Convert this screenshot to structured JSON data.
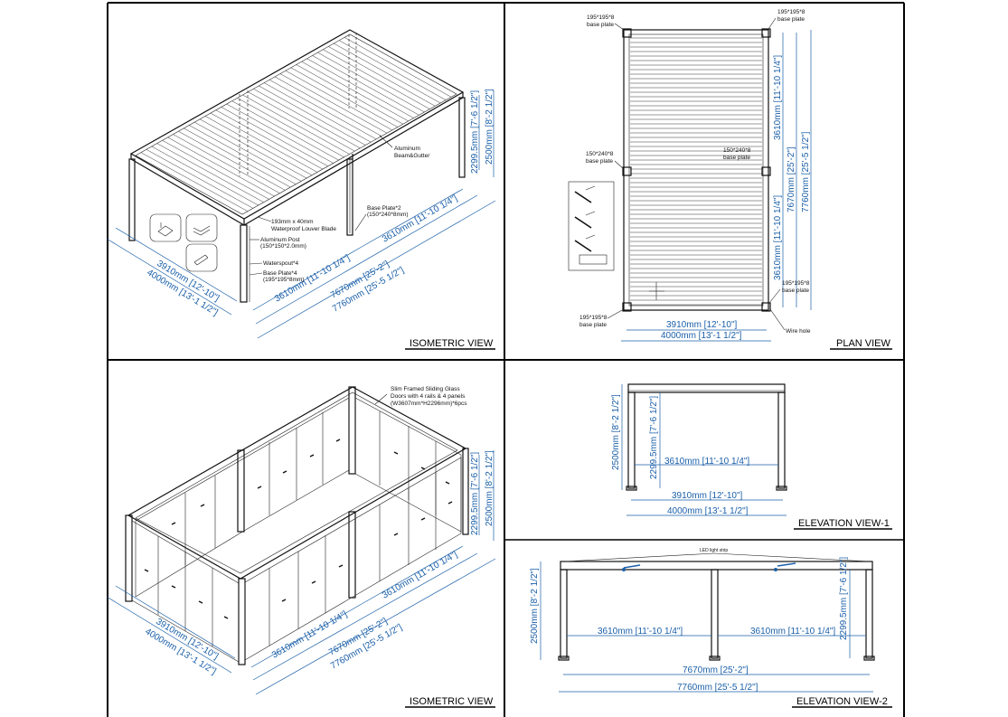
{
  "views": {
    "iso_top": {
      "title": "ISOMETRIC VIEW",
      "dims": {
        "h1": "2299.5mm [7'-6 1/2\"]",
        "h2": "2500mm [8'-2 1/2\"]",
        "w1": "3910mm [12'-10\"]",
        "w2": "4000mm [13'-1 1/2\"]",
        "l1": "3610mm [11'-10 1/4\"]",
        "l2": "3610mm [11'-10 1/4\"]",
        "l3": "7670mm [25'-2\"]",
        "l4": "7760mm [25'-5 1/2\"]"
      },
      "labels": {
        "beam": [
          "Aluminum",
          "Beam&Gutter"
        ],
        "blade": [
          "193mm x 40mm",
          "Waterproof Louver Blade"
        ],
        "post": [
          "Aluminum Post",
          "(150*150*2.0mm)"
        ],
        "spout": [
          "Waterspout*4"
        ],
        "baseplate4": [
          "Base Plate*4",
          "(195*195*8mm)"
        ],
        "baseplate2": [
          "Base Plate*2",
          "(150*240*8mm)"
        ]
      }
    },
    "plan": {
      "title": "PLAN VIEW",
      "labels": {
        "bp_tl": [
          "195*195*8",
          "base plate"
        ],
        "bp_tr": [
          "195*195*8",
          "base plate"
        ],
        "bp_ml": [
          "150*240*8",
          "base plate"
        ],
        "bp_mr": [
          "150*240*8",
          "base plate"
        ],
        "bp_br": [
          "195*195*8",
          "base plate"
        ],
        "bp_bl": [
          "195*195*8",
          "base plate"
        ],
        "wire": [
          "Wire hole"
        ]
      },
      "dims": {
        "w1": "3910mm [12'-10\"]",
        "w2": "4000mm [13'-1 1/2\"]",
        "v1": "3610mm [11'-10 1/4\"]",
        "v2": "3610mm [11'-10 1/4\"]",
        "v3": "7670mm [25'-2\"]",
        "v4": "7760mm [25'-5 1/2\"]"
      }
    },
    "iso_bottom": {
      "title": "ISOMETRIC VIEW",
      "labels": {
        "glass": [
          "Slim Framed Sliding Glass",
          "Doors with 4 rails & 4 panels",
          "(W3607mm*H2296mm)*6pcs"
        ]
      },
      "dims": {
        "h1": "2299.5mm [7'-6 1/2\"]",
        "h2": "2500mm [8'-2 1/2\"]",
        "w1": "3910mm [12'-10\"]",
        "w2": "4000mm [13'-1 1/2\"]",
        "l1": "3610mm [11'-10 1/4\"]",
        "l2": "3610mm [11'-10 1/4\"]",
        "l3": "7670mm [25'-2\"]",
        "l4": "7760mm [25'-5 1/2\"]"
      }
    },
    "elev1": {
      "title": "ELEVATION VIEW-1",
      "dims": {
        "h2": "2500mm [8'-2 1/2\"]",
        "h1": "2299.5mm [7'-6 1/2\"]",
        "inner": "3610mm [11'-10 1/4\"]",
        "w1": "3910mm [12'-10\"]",
        "w2": "4000mm [13'-1 1/2\"]"
      }
    },
    "elev2": {
      "title": "ELEVATION VIEW-2",
      "labels": {
        "led": [
          "LED light strip"
        ]
      },
      "dims": {
        "h2": "2500mm [8'-2 1/2\"]",
        "h1": "2299.5mm [7'-6 1/2\"]",
        "s1": "3610mm [11'-10 1/4\"]",
        "s2": "3610mm [11'-10 1/4\"]",
        "w1": "7670mm [25'-2\"]",
        "w2": "7760mm [25'-5 1/2\"]"
      }
    }
  }
}
